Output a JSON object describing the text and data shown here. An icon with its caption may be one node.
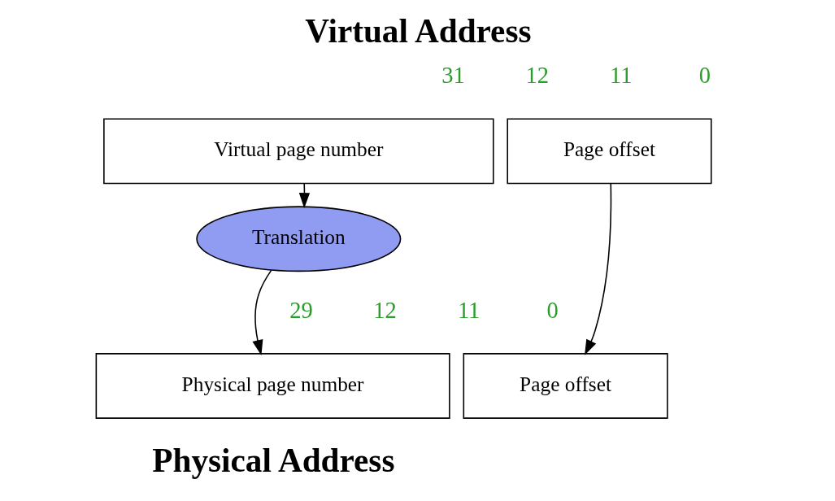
{
  "diagram": {
    "title": "Virtual Address",
    "caption": "Physical Address",
    "nodes": [
      {
        "text": [
          "Virtual page number"
        ]
      },
      {
        "text": [
          "Page offset"
        ]
      },
      {
        "text": [
          "Translation"
        ]
      },
      {
        "text": [
          "Physical page number"
        ]
      },
      {
        "text": [
          "Page offset"
        ]
      }
    ],
    "edges": [
      {
        "from": 0,
        "to": 2,
        "arrow": "to"
      },
      {
        "from": 2,
        "to": 3,
        "arrow": "to"
      },
      {
        "from": 1,
        "to": 4,
        "arrow": "to"
      }
    ],
    "labels": [
      "31",
      "12",
      "11",
      "0",
      "29",
      "12",
      "11",
      "0"
    ]
  }
}
